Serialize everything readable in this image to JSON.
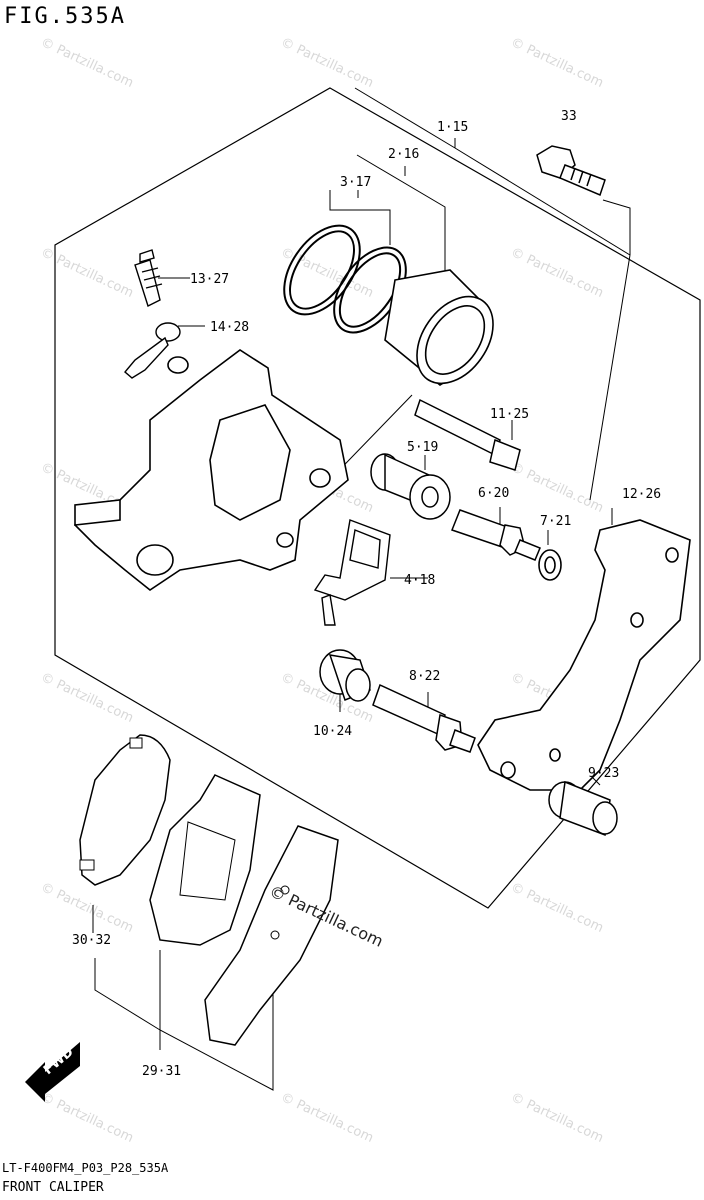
{
  "figure": {
    "title": "FIG.535A",
    "footer_code": "LT-F400FM4_P03_P28_535A",
    "footer_name": "FRONT CALIPER"
  },
  "watermark": {
    "text": "© Partzilla.com",
    "main_text": "© Partzilla.com"
  },
  "direction_arrow": {
    "label": "FWD"
  },
  "callouts": [
    {
      "id": "c1",
      "label": "1·15"
    },
    {
      "id": "c2",
      "label": "2·16"
    },
    {
      "id": "c3",
      "label": "3·17"
    },
    {
      "id": "c4",
      "label": "4·18"
    },
    {
      "id": "c5",
      "label": "5·19"
    },
    {
      "id": "c6",
      "label": "6·20"
    },
    {
      "id": "c7",
      "label": "7·21"
    },
    {
      "id": "c8",
      "label": "8·22"
    },
    {
      "id": "c9",
      "label": "9·23"
    },
    {
      "id": "c10",
      "label": "10·24"
    },
    {
      "id": "c11",
      "label": "11·25"
    },
    {
      "id": "c12",
      "label": "12·26"
    },
    {
      "id": "c13",
      "label": "13·27"
    },
    {
      "id": "c14",
      "label": "14·28"
    },
    {
      "id": "c29",
      "label": "29·31"
    },
    {
      "id": "c30",
      "label": "30·32"
    },
    {
      "id": "c33",
      "label": "33"
    }
  ]
}
